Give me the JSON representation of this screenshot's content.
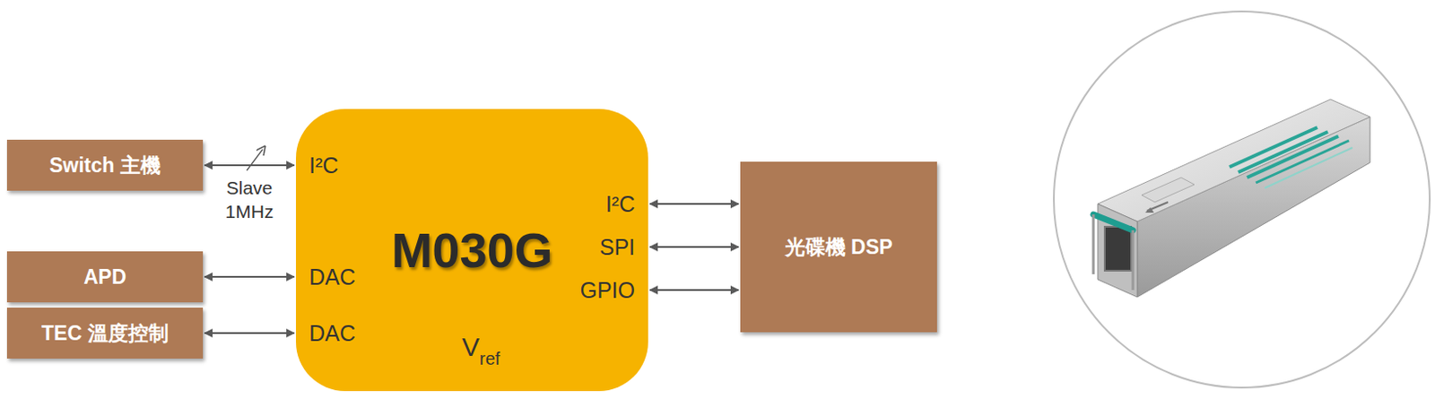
{
  "diagram": {
    "nodes": [
      {
        "text": [
          "Switch 主機"
        ]
      },
      {
        "text": [
          "APD"
        ]
      },
      {
        "text": [
          "TEC 溫度控制"
        ]
      },
      {
        "text": [
          "M030G"
        ]
      },
      {
        "text": [
          "光碟機 DSP"
        ]
      }
    ],
    "edges": [
      {
        "from": 0,
        "to": 3,
        "arrow": "both",
        "label": "Slave 1MHz"
      },
      {
        "from": 1,
        "to": 3,
        "arrow": "both"
      },
      {
        "from": 2,
        "to": 3,
        "arrow": "both"
      },
      {
        "from": 3,
        "to": 4,
        "arrow": "both"
      },
      {
        "from": 3,
        "to": 4,
        "arrow": "both"
      },
      {
        "from": 3,
        "to": 4,
        "arrow": "both"
      }
    ],
    "labels": [
      "I²C",
      "DAC",
      "DAC",
      "I²C",
      "SPI",
      "GPIO",
      "V",
      "ref"
    ]
  }
}
